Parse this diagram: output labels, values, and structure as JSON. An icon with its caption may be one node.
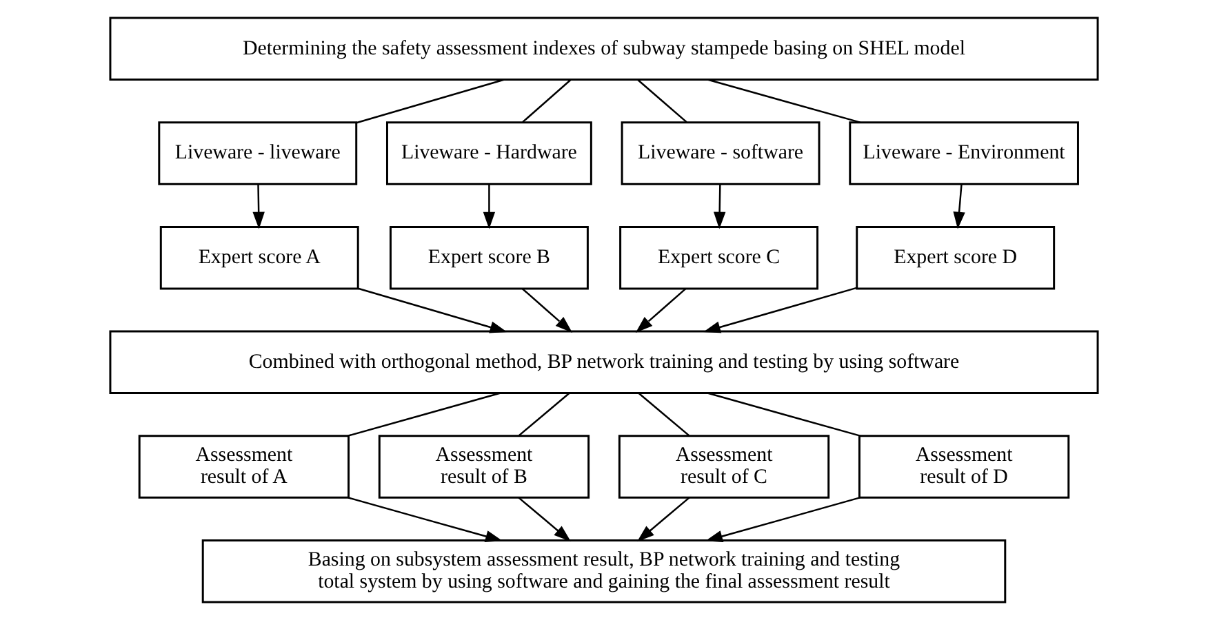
{
  "diagram": {
    "nodes": [
      {
        "text": [
          "Determining the safety assessment indexes of subway stampede basing on SHEL model"
        ]
      },
      {
        "text": [
          "Liveware - liveware"
        ]
      },
      {
        "text": [
          "Liveware - Hardware"
        ]
      },
      {
        "text": [
          "Liveware - software"
        ]
      },
      {
        "text": [
          "Liveware - Environment"
        ]
      },
      {
        "text": [
          "Expert score A"
        ]
      },
      {
        "text": [
          "Expert score B"
        ]
      },
      {
        "text": [
          "Expert score C"
        ]
      },
      {
        "text": [
          "Expert score D"
        ]
      },
      {
        "text": [
          "Combined with orthogonal method, BP network training and testing by using software"
        ]
      },
      {
        "text": [
          "Assessment result of A"
        ]
      },
      {
        "text": [
          "Assessment result of B"
        ]
      },
      {
        "text": [
          "Assessment result of C"
        ]
      },
      {
        "text": [
          "Assessment result of D"
        ]
      },
      {
        "text": [
          "Basing on subsystem assessment result, BP network training and testing total system by using software and gaining the final assessment result"
        ]
      }
    ],
    "edges": [
      {
        "from": 0,
        "to": 1,
        "arrow": "none"
      },
      {
        "from": 0,
        "to": 2,
        "arrow": "none"
      },
      {
        "from": 0,
        "to": 3,
        "arrow": "none"
      },
      {
        "from": 0,
        "to": 4,
        "arrow": "none"
      },
      {
        "from": 1,
        "to": 5,
        "arrow": "to"
      },
      {
        "from": 2,
        "to": 6,
        "arrow": "to"
      },
      {
        "from": 3,
        "to": 7,
        "arrow": "to"
      },
      {
        "from": 4,
        "to": 8,
        "arrow": "to"
      },
      {
        "from": 5,
        "to": 9,
        "arrow": "to"
      },
      {
        "from": 6,
        "to": 9,
        "arrow": "to"
      },
      {
        "from": 7,
        "to": 9,
        "arrow": "to"
      },
      {
        "from": 8,
        "to": 9,
        "arrow": "to"
      },
      {
        "from": 9,
        "to": 10,
        "arrow": "none"
      },
      {
        "from": 9,
        "to": 11,
        "arrow": "none"
      },
      {
        "from": 9,
        "to": 12,
        "arrow": "none"
      },
      {
        "from": 9,
        "to": 13,
        "arrow": "none"
      },
      {
        "from": 10,
        "to": 14,
        "arrow": "to"
      },
      {
        "from": 11,
        "to": 14,
        "arrow": "to"
      },
      {
        "from": 12,
        "to": 14,
        "arrow": "to"
      },
      {
        "from": 13,
        "to": 14,
        "arrow": "to"
      }
    ]
  }
}
